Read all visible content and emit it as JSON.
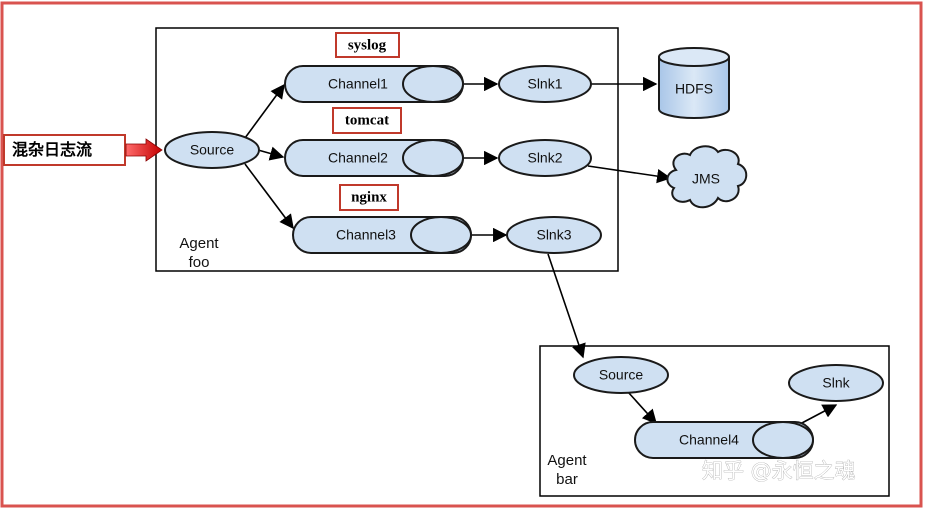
{
  "input_label": "混杂日志流",
  "agent_foo": {
    "line1": "Agent",
    "line2": "foo"
  },
  "agent_bar": {
    "line1": "Agent",
    "line2": "bar"
  },
  "tags": {
    "syslog": "syslog",
    "tomcat": "tomcat",
    "nginx": "nginx"
  },
  "foo": {
    "source": "Source",
    "channel1": "Channel1",
    "channel2": "Channel2",
    "channel3": "Channel3",
    "sink1": "Slnk1",
    "sink2": "Slnk2",
    "sink3": "Slnk3",
    "hdfs": "HDFS",
    "jms": "JMS"
  },
  "bar": {
    "source": "Source",
    "channel4": "Channel4",
    "sink": "Slnk"
  },
  "watermark": "知乎 @永恒之魂",
  "colors": {
    "frame": "#d9534f",
    "node_fill": "#cfe0f2",
    "arrow_red": "#e02020"
  }
}
